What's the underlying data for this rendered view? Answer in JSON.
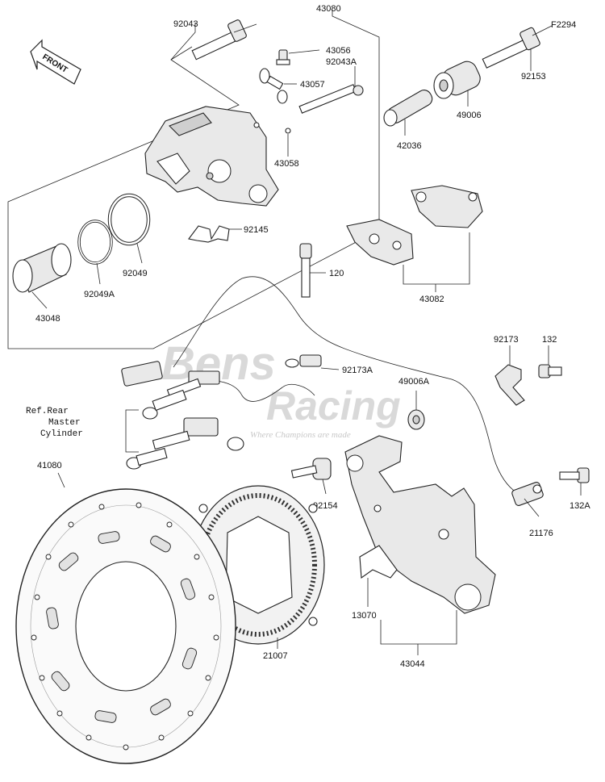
{
  "diagram": {
    "ref_code": "F2294",
    "front_label": "FRONT",
    "ref_note": [
      "Ref.Rear",
      "Master",
      "Cylinder"
    ],
    "watermark": {
      "line1": "Bens",
      "line2": "Racing",
      "tagline": "Where Champions are made"
    },
    "labels": {
      "p92043": "92043",
      "p43080": "43080",
      "p43056": "43056",
      "p92043A": "92043A",
      "p43057": "43057",
      "p43058": "43058",
      "p42036": "42036",
      "p92153": "92153",
      "p49006": "49006",
      "p92145": "92145",
      "p92049": "92049",
      "p92049A": "92049A",
      "p43048": "43048",
      "p120": "120",
      "p43082": "43082",
      "p92173": "92173",
      "p132": "132",
      "p92173A": "92173A",
      "p49006A": "49006A",
      "p41080": "41080",
      "p92154": "92154",
      "p21007": "21007",
      "p21176": "21176",
      "p132A": "132A",
      "p13070": "13070",
      "p43044": "43044"
    }
  }
}
